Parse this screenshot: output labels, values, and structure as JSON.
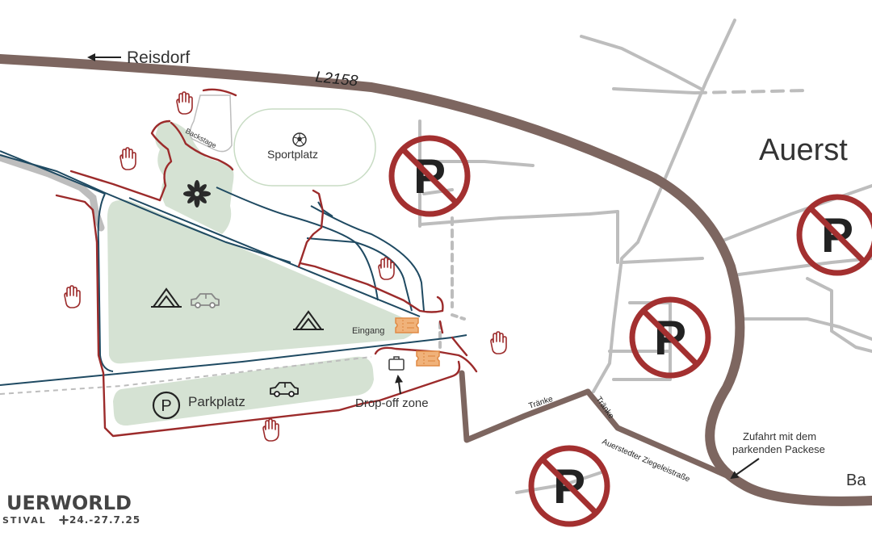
{
  "colors": {
    "main_road": "#7d6660",
    "minor_road": "#bdbdbd",
    "festival_area": "#d5e2d3",
    "fence": "#9c2b2b",
    "path": "#1f4a62",
    "ticket": "#f0b27a",
    "no_parking": "#a33030"
  },
  "labels": {
    "reisdorf": "Reisdorf",
    "l2158": "L2158",
    "auerstedt": "Auerst",
    "backstage": "Backstage",
    "sportplatz": "Sportplatz",
    "eingang": "Eingang",
    "parkplatz": "Parkplatz",
    "dropoff": "Drop-off zone",
    "traenke_1": "Tränke",
    "traenke_2": "Tränke",
    "ziegelei": "Auerstedter Ziegeleistraße",
    "zufahrt_line1": "Zufahrt mit dem",
    "zufahrt_line2": "parkenden Packese",
    "ba": "Ba"
  },
  "brand": {
    "name": "UERWORLD",
    "sub": "STIVAL",
    "dates": "24.-27.7.25"
  },
  "icons": [
    "arrow-left-icon",
    "soccer-ball-icon",
    "hand-stop-icon",
    "flower-icon",
    "tent-icon",
    "car-icon",
    "parking-icon",
    "ticket-icon",
    "suitcase-icon",
    "no-parking-icon",
    "arrow-icon"
  ]
}
